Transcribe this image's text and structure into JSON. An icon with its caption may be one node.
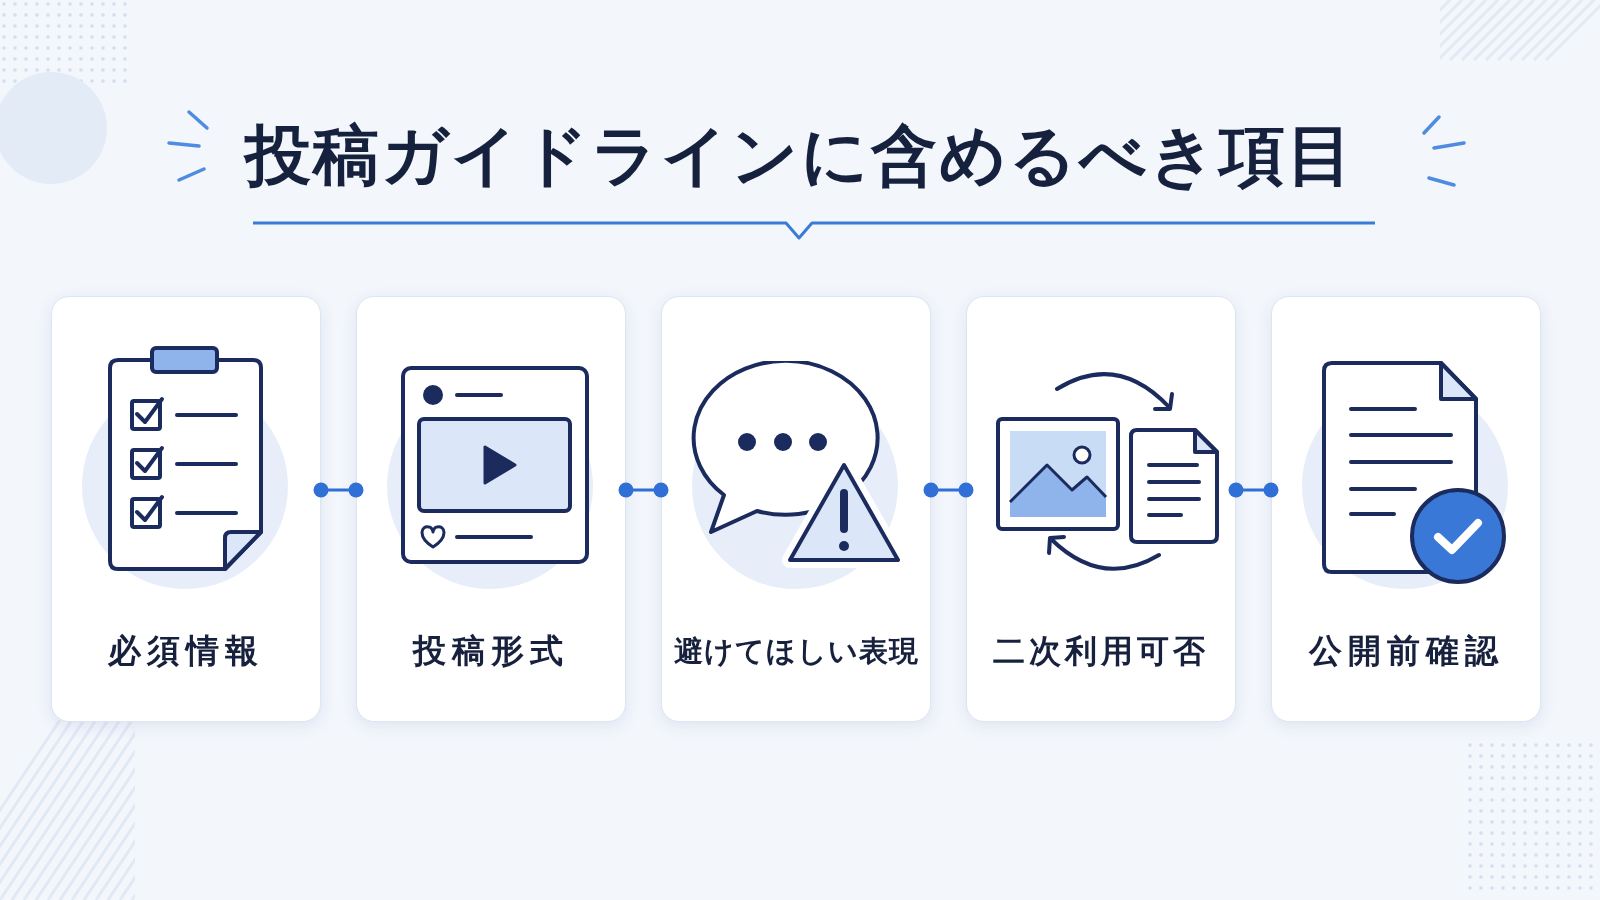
{
  "diagram": {
    "title": "投稿ガイドラインに含めるべき項目",
    "nodes": [
      {
        "text": [
          "必須情報"
        ]
      },
      {
        "text": [
          "投稿形式"
        ]
      },
      {
        "text": [
          "避けてほしい表現"
        ]
      },
      {
        "text": [
          "二次利用可否"
        ]
      },
      {
        "text": [
          "公開前確認"
        ]
      }
    ],
    "edges": [
      {
        "from": 0,
        "to": 1,
        "arrow": "other"
      },
      {
        "from": 1,
        "to": 2,
        "arrow": "other"
      },
      {
        "from": 2,
        "to": 3,
        "arrow": "other"
      },
      {
        "from": 3,
        "to": 4,
        "arrow": "other"
      }
    ]
  }
}
